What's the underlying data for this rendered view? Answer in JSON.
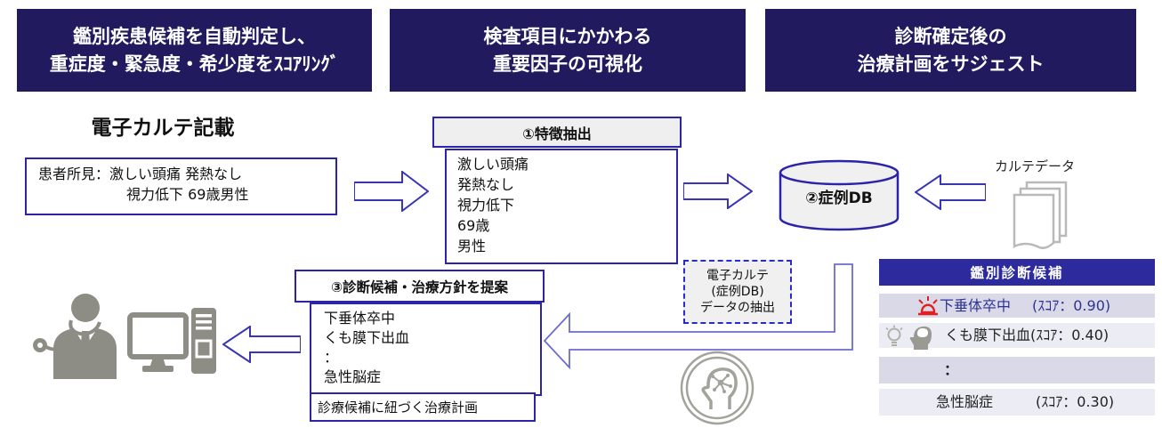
{
  "colors": {
    "banner_bg": "#221a5e",
    "table_header_bg": "#2d2a9e",
    "box_border_blue": "#2b24a8",
    "arrow_outline_blue": "#3a35b4",
    "elbow_arrow_blue": "#6b6bd0",
    "dashed_border_blue": "#2a2ac8",
    "row_lavender": "#d9d9e8",
    "row_light": "#ececf4",
    "top_candidate_text": "#2e3192",
    "gray_fill": "#efefef",
    "icon_gray": "#8d8d85",
    "doc_icon_gray": "#b9b9b9",
    "siren_red": "#e02020"
  },
  "banners": [
    {
      "line1": "鑑別疾患候補を自動判定し、",
      "line2": "重症度・緊急度・希少度をｽｺｱﾘﾝｸﾞ"
    },
    {
      "line1": "検査項目にかかわる",
      "line2": "重要因子の可視化"
    },
    {
      "line1": "診断確定後の",
      "line2": "治療計画をサジェスト"
    }
  ],
  "ehr": {
    "title": "電子カルテ記載",
    "finding_line1": "患者所見：激しい頭痛 発熱なし",
    "finding_line2": "視力低下 69歳男性"
  },
  "feature": {
    "header": "①特徴抽出",
    "items": [
      "激しい頭痛",
      "発熱なし",
      "視力低下",
      "69歳",
      "男性"
    ]
  },
  "db": {
    "label": "②症例DB"
  },
  "karte": {
    "label": "カルテデータ"
  },
  "extract_note": {
    "line1": "電子カルテ",
    "line2": "(症例DB)",
    "line3": "データの抽出"
  },
  "proposal": {
    "header": "③診断候補・治療方針を提案",
    "items": [
      "下垂体卒中",
      "くも膜下出血",
      "：",
      "急性脳症"
    ],
    "treatment": "診療候補に紐づく治療計画"
  },
  "table": {
    "header": "鑑別診断候補",
    "rows": [
      {
        "name": "下垂体卒中",
        "score": "(ｽｺｱ：0.90)"
      },
      {
        "name": "くも膜下出血",
        "score": "(ｽｺｱ：0.40)"
      },
      {
        "name": "：",
        "score": ""
      },
      {
        "name": "急性脳症",
        "score": "(ｽｺｱ：0.30)"
      }
    ]
  }
}
